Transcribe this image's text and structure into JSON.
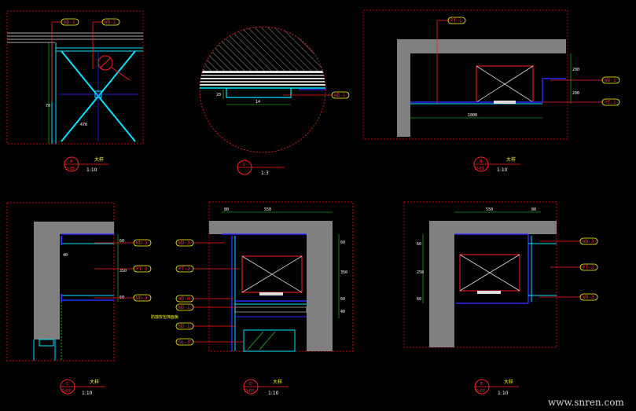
{
  "details": [
    {
      "id": "detail-a",
      "callout": {
        "letter": "A",
        "sheet": "D-05",
        "title": "大样",
        "scale": "1:10"
      },
      "tags": [
        "WD-1",
        "WD-1"
      ],
      "dims": [
        "70",
        "470"
      ]
    },
    {
      "id": "detail-b",
      "callout": {
        "letter": "1",
        "sheet": "",
        "title": "",
        "scale": "1:3"
      },
      "tags": [
        "WD-1"
      ],
      "dims": [
        "20",
        "14"
      ]
    },
    {
      "id": "detail-c",
      "callout": {
        "letter": "B",
        "sheet": "D-05",
        "title": "大样",
        "scale": "1:10"
      },
      "tags": [
        "PT-1",
        "WD-1",
        "PT-1"
      ],
      "dims": [
        "200",
        "200",
        "1000"
      ]
    },
    {
      "id": "detail-d",
      "callout": {
        "letter": "C",
        "sheet": "D-07",
        "title": "大样",
        "scale": "1:10"
      },
      "tags": [
        "WD-3",
        "PT-2",
        "WD-3"
      ],
      "dims": [
        "60",
        "350",
        "60",
        "40"
      ]
    },
    {
      "id": "detail-e",
      "callout": {
        "letter": "D",
        "sheet": "D-07",
        "title": "大样",
        "scale": "1:10"
      },
      "tags": [
        "WD-3",
        "PT-2",
        "WD-4",
        "WD-1",
        "WD-1",
        "GL-3"
      ],
      "note": "防撞软包饰面板",
      "dims": [
        "80",
        "550",
        "60",
        "350",
        "60",
        "40"
      ]
    },
    {
      "id": "detail-f",
      "callout": {
        "letter": "E",
        "sheet": "D-07",
        "title": "大样",
        "scale": "1:10"
      },
      "tags": [
        "WD-3",
        "PT-2",
        "WD-3"
      ],
      "dims": [
        "550",
        "80",
        "60",
        "250",
        "60"
      ]
    }
  ],
  "watermark": "www.snren.com",
  "colors": {
    "frame": "#ff0000",
    "panel": "#808080",
    "cyan": "#00e5ff",
    "blue": "#2a2aff",
    "leader": "#ff1a1a",
    "dim": "#ffffff",
    "green": "#22dd22"
  }
}
